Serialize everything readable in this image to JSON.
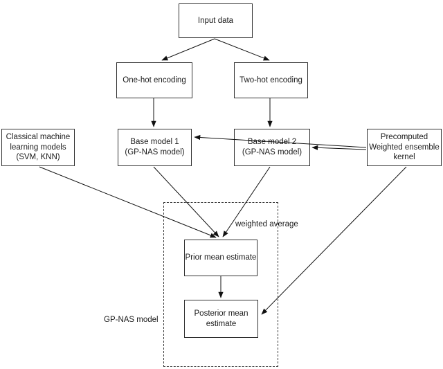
{
  "diagram_type": "flowchart",
  "nodes": {
    "input_data": {
      "lines": [
        "Input data"
      ]
    },
    "one_hot_encoding": {
      "lines": [
        "One-hot encoding"
      ]
    },
    "two_hot_encoding": {
      "lines": [
        "Two-hot encoding"
      ]
    },
    "base_model_1": {
      "lines": [
        "Base model 1",
        "(GP-NAS model)"
      ]
    },
    "base_model_2": {
      "lines": [
        "Base model 2",
        "(GP-NAS model)"
      ]
    },
    "classical_ml": {
      "lines": [
        "Classical machine",
        "learning models",
        "(SVM, KNN)"
      ]
    },
    "precomputed_kernel": {
      "lines": [
        "Precomputed",
        "Weighted ensemble",
        "kernel"
      ]
    },
    "prior_mean": {
      "lines": [
        "Prior mean estimate"
      ]
    },
    "posterior_mean": {
      "lines": [
        "Posterior mean",
        "estimate"
      ]
    }
  },
  "annotations": {
    "weighted_average": "weighted average",
    "gp_nas_region_label": "GP-NAS model"
  },
  "edges": [
    {
      "from": "input_data",
      "to": "one_hot_encoding"
    },
    {
      "from": "input_data",
      "to": "two_hot_encoding"
    },
    {
      "from": "one_hot_encoding",
      "to": "base_model_1"
    },
    {
      "from": "two_hot_encoding",
      "to": "base_model_2"
    },
    {
      "from": "precomputed_kernel",
      "to": "base_model_1"
    },
    {
      "from": "precomputed_kernel",
      "to": "base_model_2"
    },
    {
      "from": "classical_ml",
      "to": "prior_mean"
    },
    {
      "from": "base_model_1",
      "to": "prior_mean"
    },
    {
      "from": "base_model_2",
      "to": "prior_mean"
    },
    {
      "from": "prior_mean",
      "to": "posterior_mean"
    },
    {
      "from": "precomputed_kernel",
      "to": "posterior_mean"
    }
  ],
  "colors": {
    "background": "#ffffff",
    "box_border": "#2f2f2f",
    "arrow": "#111111",
    "text": "#1a1a1a"
  }
}
